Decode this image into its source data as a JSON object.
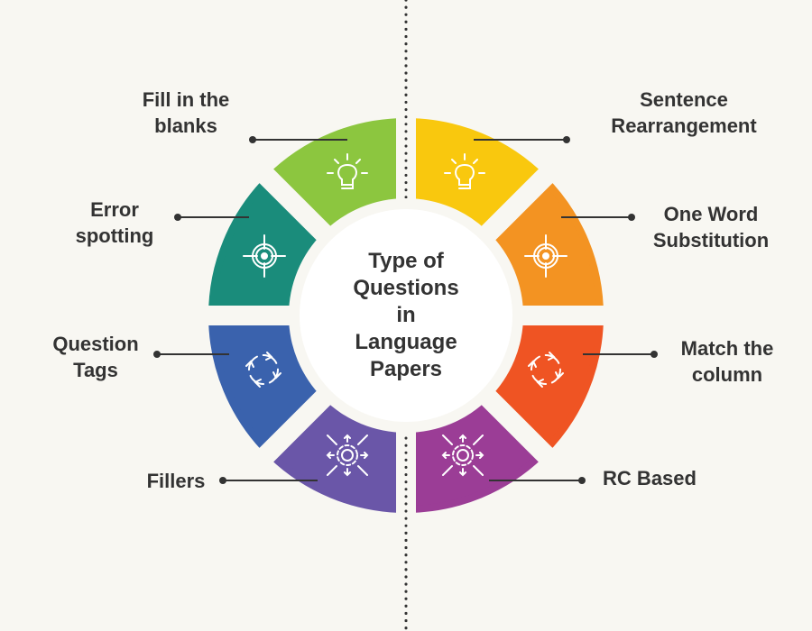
{
  "title": "Type of Questions in Language Papers",
  "title_lines": [
    "Type of",
    "Questions",
    "in",
    "Language",
    "Papers"
  ],
  "background": "#f8f7f2",
  "segments": [
    {
      "name": "sentence-rearrangement",
      "lines": [
        "Sentence",
        "Rearrangement"
      ],
      "color": "#f9c80e",
      "icon": "lightbulb-icon"
    },
    {
      "name": "one-word-substitution",
      "lines": [
        "One Word",
        "Substitution"
      ],
      "color": "#f39322",
      "icon": "target-icon"
    },
    {
      "name": "match-the-column",
      "lines": [
        "Match the",
        "column"
      ],
      "color": "#ef5423",
      "icon": "cycle-icon"
    },
    {
      "name": "rc-based",
      "lines": [
        "RC Based"
      ],
      "color": "#9b3d96",
      "icon": "gear-arrows-icon"
    },
    {
      "name": "fillers",
      "lines": [
        "Fillers"
      ],
      "color": "#6a56a8",
      "icon": "gear-arrows-icon"
    },
    {
      "name": "question-tags",
      "lines": [
        "Question",
        "Tags"
      ],
      "color": "#3a62ad",
      "icon": "cycle-icon"
    },
    {
      "name": "error-spotting",
      "lines": [
        "Error",
        "spotting"
      ],
      "color": "#1a8c7b",
      "icon": "target-icon"
    },
    {
      "name": "fill-in-the-blanks",
      "lines": [
        "Fill in the",
        "blanks"
      ],
      "color": "#8cc63f",
      "icon": "lightbulb-icon"
    }
  ]
}
